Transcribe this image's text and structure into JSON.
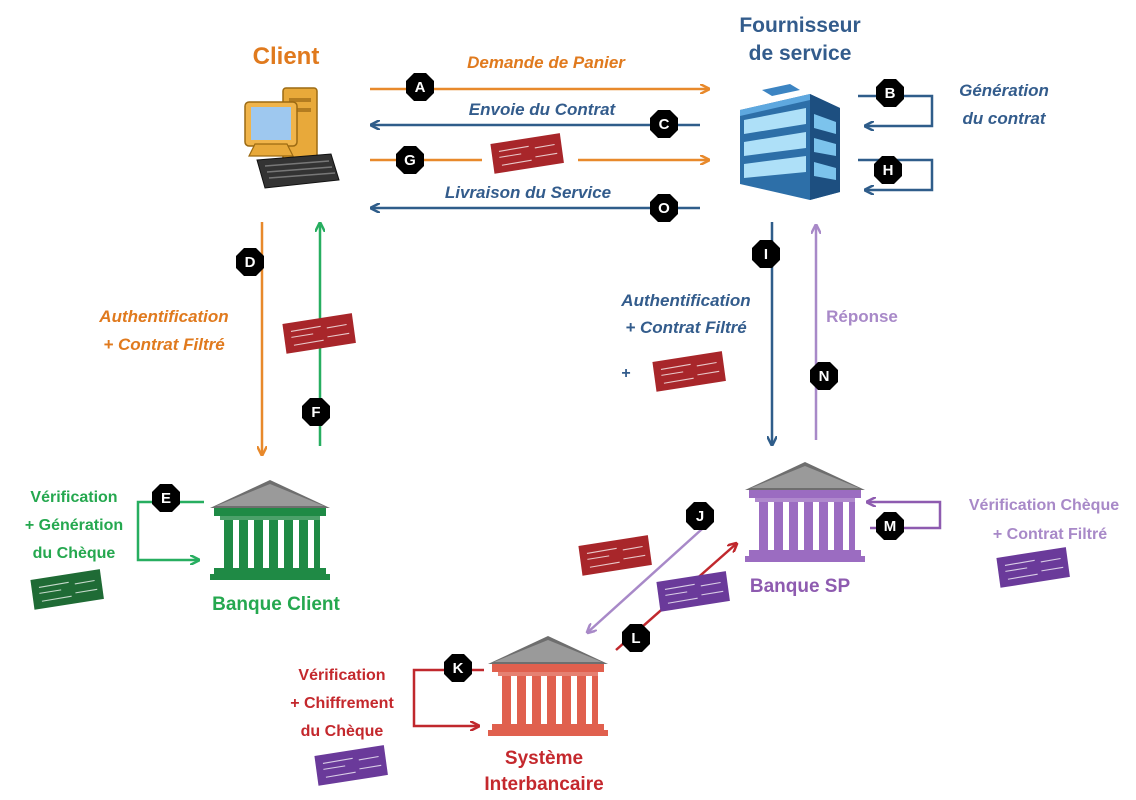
{
  "actors": {
    "client": "Client",
    "provider_line1": "Fournisseur",
    "provider_line2": "de service",
    "bank_client": "Banque Client",
    "bank_sp": "Banque SP",
    "interbank_line1": "Système",
    "interbank_line2": "Interbancaire"
  },
  "messages": {
    "cart_request": "Demande de Panier",
    "contract_send": "Envoie du Contrat",
    "service_delivery": "Livraison du Service",
    "contract_gen_line1": "Génération",
    "contract_gen_line2": "du contrat",
    "client_auth_line1": "Authentification",
    "client_auth_line2": "+ Contrat Filtré",
    "sp_auth_line1": "Authentification",
    "sp_auth_line2": "+ Contrat Filtré",
    "sp_auth_plus": "+",
    "response": "Réponse",
    "client_bank_line1": "Vérification",
    "client_bank_line2": "+ Génération",
    "client_bank_line3": "du Chèque",
    "sp_bank_line1": "Vérification Chèque",
    "sp_bank_line2": "+ Contrat Filtré",
    "interbank_step_line1": "Vérification",
    "interbank_step_line2": "+ Chiffrement",
    "interbank_step_line3": "du Chèque"
  },
  "steps": [
    "A",
    "B",
    "C",
    "D",
    "E",
    "F",
    "G",
    "H",
    "I",
    "J",
    "K",
    "L",
    "M",
    "N",
    "O"
  ],
  "colors": {
    "orange": "#E8892B",
    "orange_text": "#E07A1E",
    "blue": "#2F5D8A",
    "blue_text": "#335C8C",
    "green": "#27AE60",
    "green_text": "#25A84F",
    "purple": "#8E5BB0",
    "purple_light": "#A889C8",
    "red": "#C0282D",
    "red_text": "#C4282D",
    "check_red": "#A8262A",
    "check_purple": "#6A3A9A",
    "check_green": "#1F6B35"
  },
  "icons": [
    "computer-icon",
    "building-icon",
    "bank-icon",
    "check-icon"
  ]
}
